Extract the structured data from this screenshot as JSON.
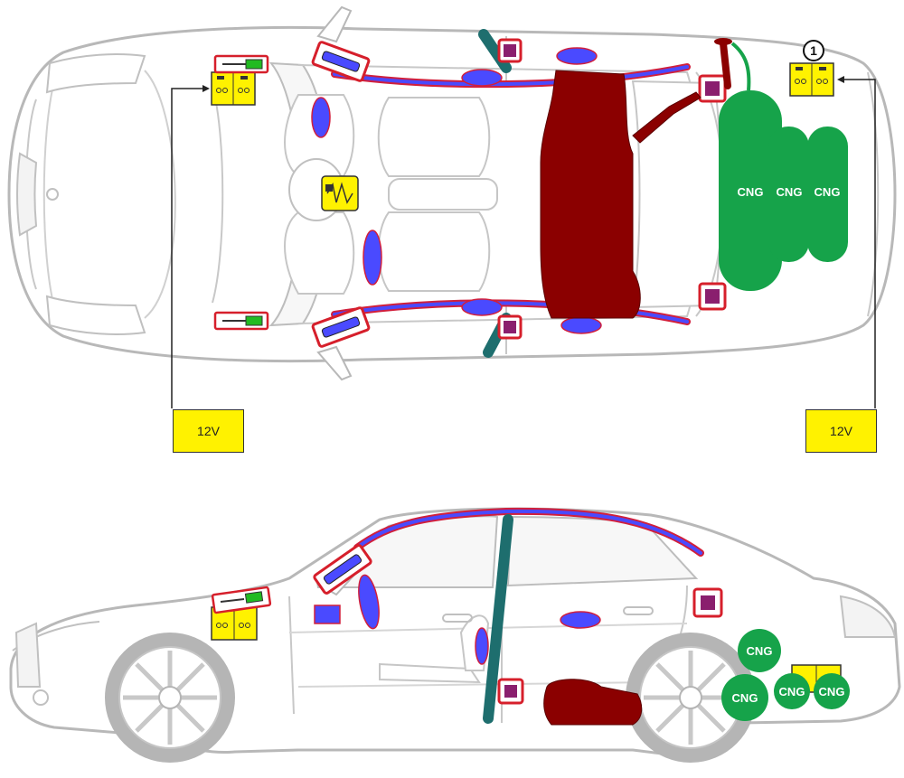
{
  "labels": {
    "voltage_left": "12V",
    "voltage_right": "12V",
    "callout_number": "1",
    "cng_top_1": "CNG",
    "cng_top_2": "CNG",
    "cng_top_3": "CNG",
    "cng_side_1": "CNG",
    "cng_side_2": "CNG",
    "cng_side_3": "CNG",
    "cng_side_4": "CNG"
  },
  "colors": {
    "car_outline": "#b8b8b8",
    "car_fill": "#ffffff",
    "cng_tank": "#16a34a",
    "fuel_tank": "#8b0000",
    "airbag": "#4a4aff",
    "curtain_airbag_fill": "#4a4aff",
    "curtain_airbag_edge": "#d11f3c",
    "highlight_box": "#d61f2b",
    "sensor": "#8a1f6e",
    "battery": "#fff200",
    "seatbelt_pretensioner": "#1e6e6e",
    "tension_device_green": "#22bb22",
    "label_bg": "#fff200"
  },
  "icons": [
    "car-top-view-outline",
    "car-side-view-outline",
    "battery-icon",
    "fuse-box-icon",
    "airbag-icon",
    "gas-generator-icon",
    "control-unit-icon",
    "fuel-tank-icon",
    "cng-cylinder-icon",
    "seatbelt-pretensioner-icon",
    "wheel-icon"
  ]
}
